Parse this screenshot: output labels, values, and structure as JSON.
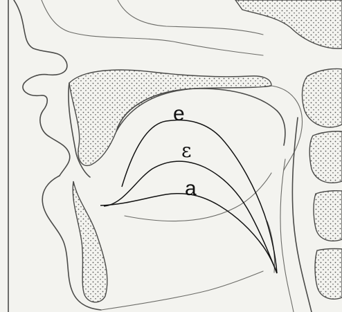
{
  "diagram": {
    "type": "sagittal-vocal-tract",
    "tongue_curves": [
      {
        "id": "e",
        "label": "e",
        "color": "#111111"
      },
      {
        "id": "epsilon",
        "label": "ɛ",
        "color": "#111111"
      },
      {
        "id": "a",
        "label": "a",
        "color": "#111111"
      }
    ]
  }
}
